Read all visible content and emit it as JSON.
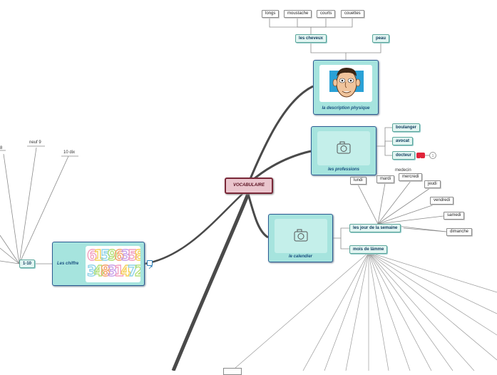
{
  "root": {
    "label": "VOCABULAIRE"
  },
  "description": {
    "caption": "la description physique",
    "cheveux": {
      "label": "les cheveux",
      "items": [
        "longs",
        "moustache",
        "courts",
        "couettes"
      ]
    },
    "peau": {
      "label": "peau"
    }
  },
  "professions": {
    "caption": "les professions",
    "items": [
      "boulanger",
      "avocat",
      "docteur"
    ],
    "extra_label": "medecin",
    "badge_count": "1"
  },
  "calendrier": {
    "caption": "le calendier",
    "jours": {
      "label": "les jour de la semaine",
      "items": [
        "lundi",
        "mardi",
        "mercredi",
        "jeudi",
        "vendredi",
        "samedi",
        "dimanche"
      ]
    },
    "mois": {
      "label": "mois de lämme"
    }
  },
  "chiffre": {
    "caption": "Les chiffre",
    "range_label": "1-10",
    "numbers": [
      "8",
      "neuf 9",
      "10 dix"
    ],
    "image_digits": [
      "6",
      "1",
      "5",
      "9",
      "6",
      "3",
      "5",
      "8",
      "3",
      "4",
      "8",
      "3",
      "1",
      "4",
      "7",
      "2"
    ]
  },
  "colors": {
    "branch": "#4a4a4a",
    "thin": "#9a9a9a",
    "card": "#a6e4de",
    "card_border": "#2c5c93",
    "root_fill": "#eac5cd",
    "root_border": "#7a2838"
  }
}
